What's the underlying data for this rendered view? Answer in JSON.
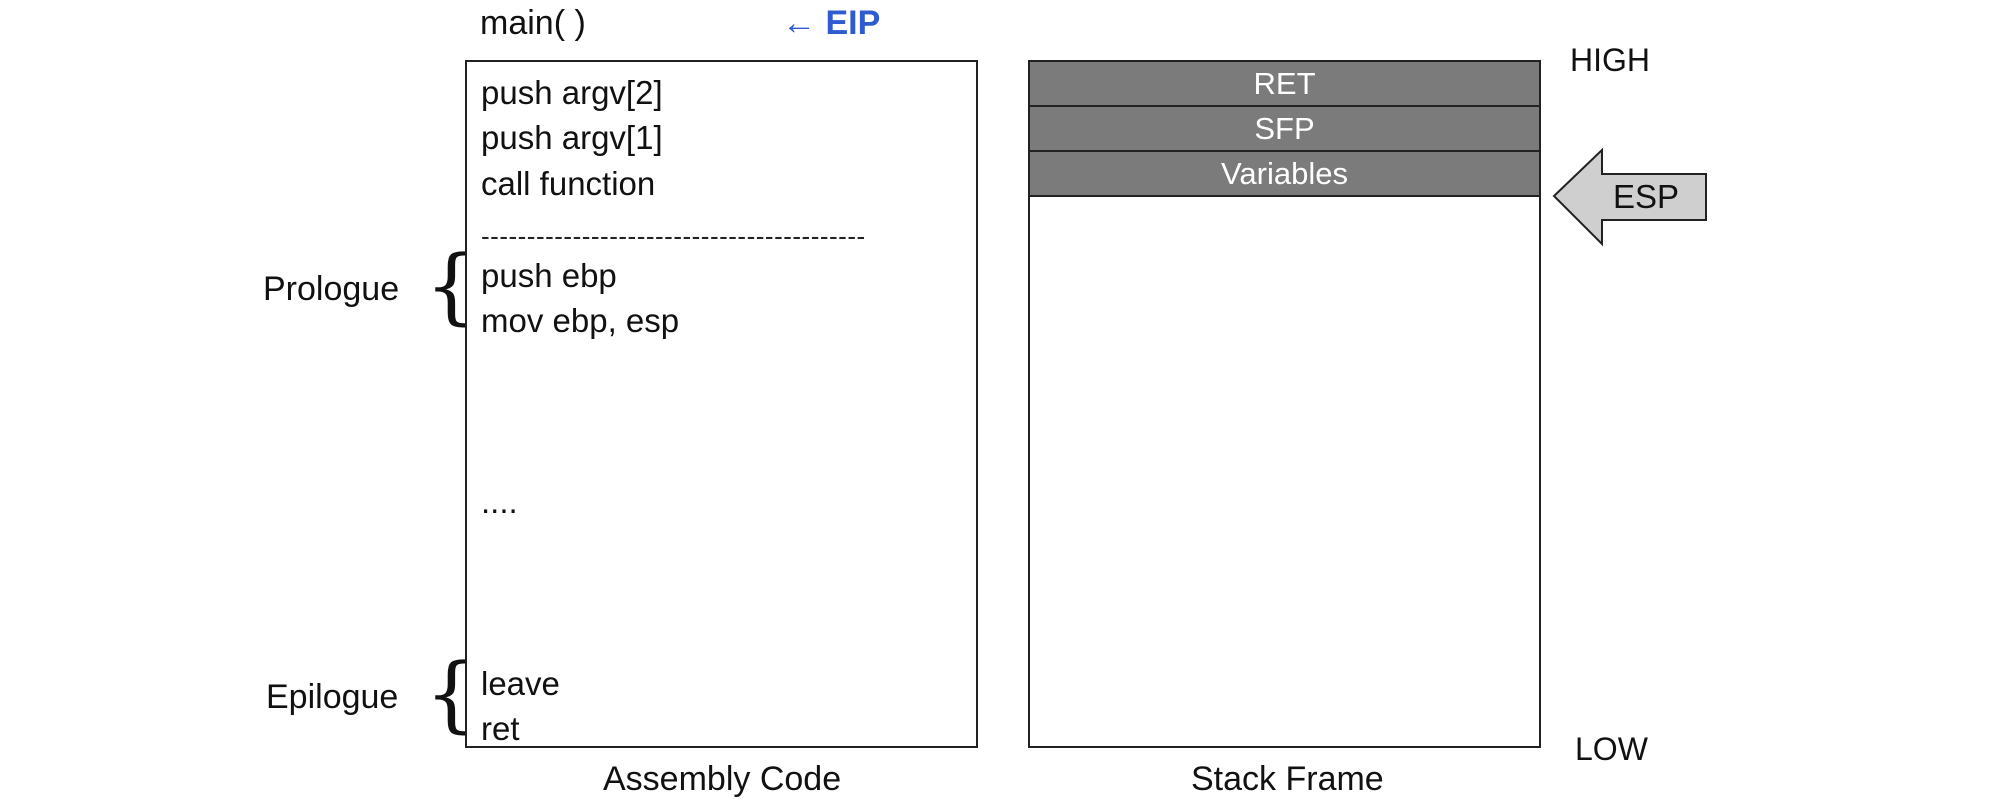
{
  "code": {
    "function_label": "main( )",
    "eip_label": "← EIP",
    "lines": [
      "push argv[2]",
      "push argv[1]",
      "call function",
      "push ebp",
      "mov ebp, esp",
      "....",
      "leave",
      "ret"
    ],
    "separator": "------------------------------------------",
    "caption": "Assembly Code"
  },
  "sections": {
    "prologue": "Prologue",
    "epilogue": "Epilogue"
  },
  "stack": {
    "slots": [
      "RET",
      "SFP",
      "Variables"
    ],
    "caption": "Stack Frame",
    "high_label": "HIGH",
    "low_label": "LOW",
    "esp_label": "ESP",
    "slot_color": "#7b7b7b",
    "eip_color": "#2f5bd0"
  }
}
